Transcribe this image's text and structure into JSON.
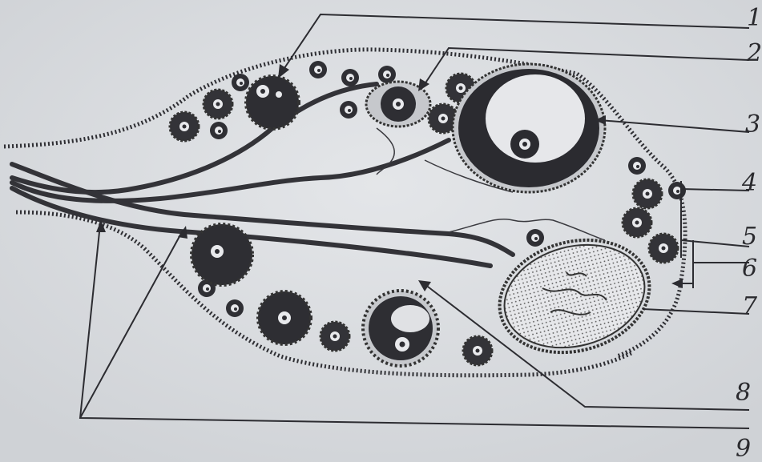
{
  "diagram": {
    "labels": [
      {
        "id": "label-1",
        "text": "1"
      },
      {
        "id": "label-2",
        "text": "2"
      },
      {
        "id": "label-3",
        "text": "3"
      },
      {
        "id": "label-4",
        "text": "4"
      },
      {
        "id": "label-5",
        "text": "5"
      },
      {
        "id": "label-6",
        "text": "6"
      },
      {
        "id": "label-7",
        "text": "7"
      },
      {
        "id": "label-8",
        "text": "8"
      },
      {
        "id": "label-9",
        "text": "9"
      }
    ],
    "colors": {
      "paper": "#d9dce0",
      "ink": "#2a2a2e"
    }
  }
}
